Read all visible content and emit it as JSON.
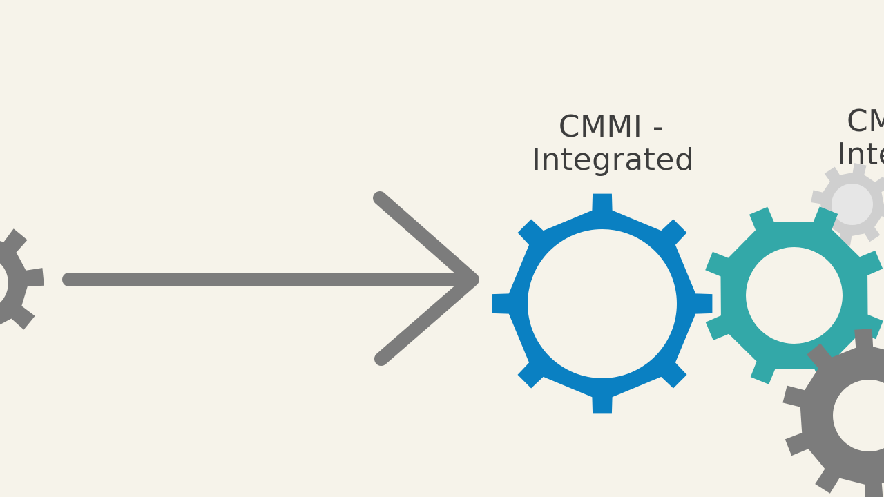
{
  "labels": {
    "primary_line1": "CMMI -",
    "primary_line2": "Integrated",
    "secondary_line1": "CM",
    "secondary_line2": "Inte"
  },
  "colors": {
    "background": "#f6f3ea",
    "gear_blue": "#0a80c2",
    "gear_teal": "#33a8a8",
    "gear_gray": "#7c7c7c",
    "gear_light_gray": "#cfcfcf",
    "arrow": "#7c7c7c",
    "text": "#3d3d3d"
  },
  "icons": [
    "gear-icon-gray-left",
    "arrow-right-icon",
    "gear-icon-blue",
    "gear-icon-teal",
    "gear-icon-light-gray",
    "gear-icon-gray-right"
  ]
}
